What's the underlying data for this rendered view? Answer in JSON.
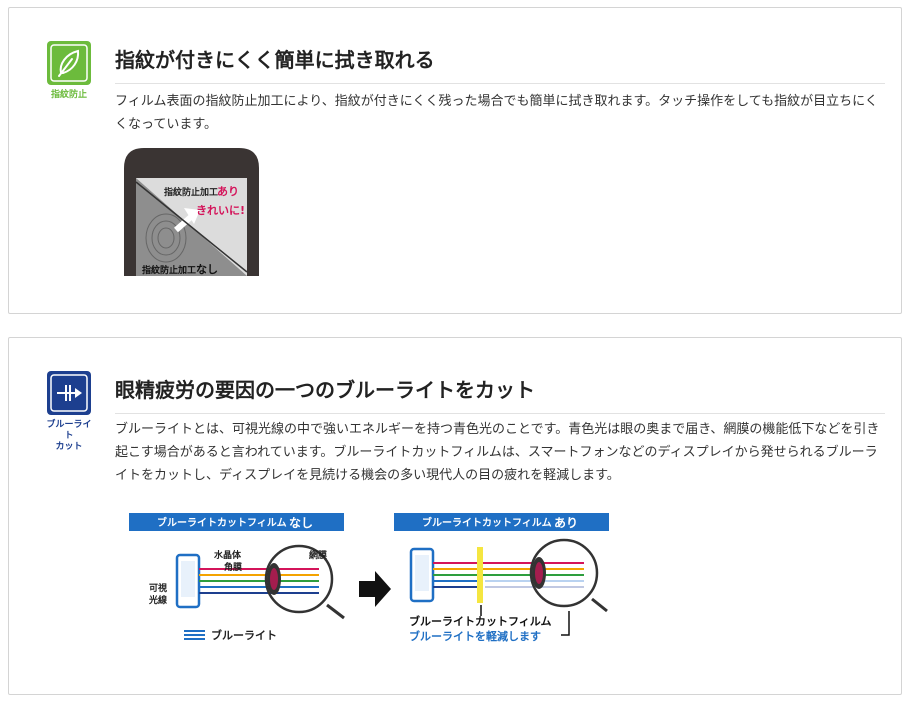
{
  "features": [
    {
      "badge_label": "指紋防止",
      "title": "指紋が付きにくく簡単に拭き取れる",
      "description": "フィルム表面の指紋防止加工により、指紋が付きにくく残った場合でも簡単に拭き取れます。タッチ操作をしても指紋が目立ちにくくなっています。",
      "image": {
        "label_with": "指紋防止加工あり",
        "label_with_prefix": "指紋防止加工",
        "label_with_suffix": "あり",
        "label_clean": "きれいに!",
        "label_without_prefix": "指紋防止加工",
        "label_without_suffix": "なし"
      }
    },
    {
      "badge_label_line1": "ブルーライト",
      "badge_label_line2": "カット",
      "title": "眼精疲労の要因の一つのブルーライトをカット",
      "description": "ブルーライトとは、可視光線の中で強いエネルギーを持つ青色光のことです。青色光は眼の奥まで届き、網膜の機能低下などを引き起こす場合があると言われています。ブルーライトカットフィルムは、スマートフォンなどのディスプレイから発せられるブルーライトをカットし、ディスプレイを見続ける機会の多い現代人の目の疲れを軽減します。",
      "diagram": {
        "left_header_prefix": "ブルーライトカットフィルム",
        "left_header_suffix": "なし",
        "right_header_prefix": "ブルーライトカットフィルム",
        "right_header_suffix": "あり",
        "label_lens": "水晶体",
        "label_cornea": "角膜",
        "label_retina": "網膜",
        "label_visible_1": "可視",
        "label_visible_2": "光線",
        "legend_bluelight": "ブルーライト",
        "label_film": "ブルーライトカットフィルム",
        "label_reduce": "ブルーライトを軽減します"
      }
    }
  ],
  "colors": {
    "green_badge": "#6cbb3c",
    "navy_badge": "#1d3f8f",
    "blue_header": "#1f6fc4",
    "magenta": "#d4145a"
  }
}
